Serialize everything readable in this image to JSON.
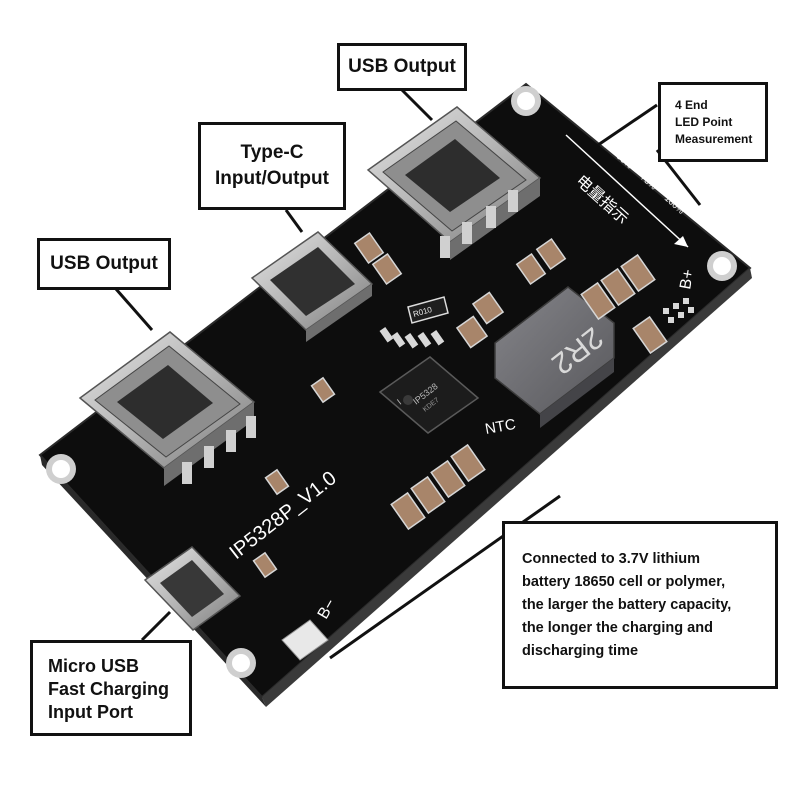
{
  "callouts": {
    "usb_top": "USB Output",
    "typec_line1": "Type-C",
    "typec_line2": "Input/Output",
    "usb_left": "USB Output",
    "led_line1": "4 End",
    "led_line2": "LED Point",
    "led_line3": "Measurement",
    "battery_line1": "Connected to 3.7V lithium",
    "battery_line2": "battery 18650 cell or polymer,",
    "battery_line3": "the larger the battery capacity,",
    "battery_line4": "the longer the charging and",
    "battery_line5": "discharging time",
    "microusb_line1": "Micro USB",
    "microusb_line2": "Fast Charging",
    "microusb_line3": "Input Port"
  },
  "board": {
    "model": "IP5328P_V1.0",
    "chip_brand": "I",
    "chip_line1": "IP5328",
    "chip_line2": "KDE7",
    "inductor": "2R2",
    "resistor": "R010",
    "ntc": "NTC",
    "b_plus": "B+",
    "b_minus": "B−",
    "led_cn": "电量指示",
    "led_25": "25%",
    "led_50": "50%",
    "led_75": "75%",
    "led_100": "100%"
  },
  "colors": {
    "pcb": "#111111",
    "connector_metal": "#b8b8b8",
    "inductor": "#6f6f73",
    "capacitor": "#a8856a",
    "callout_border": "#111111"
  }
}
